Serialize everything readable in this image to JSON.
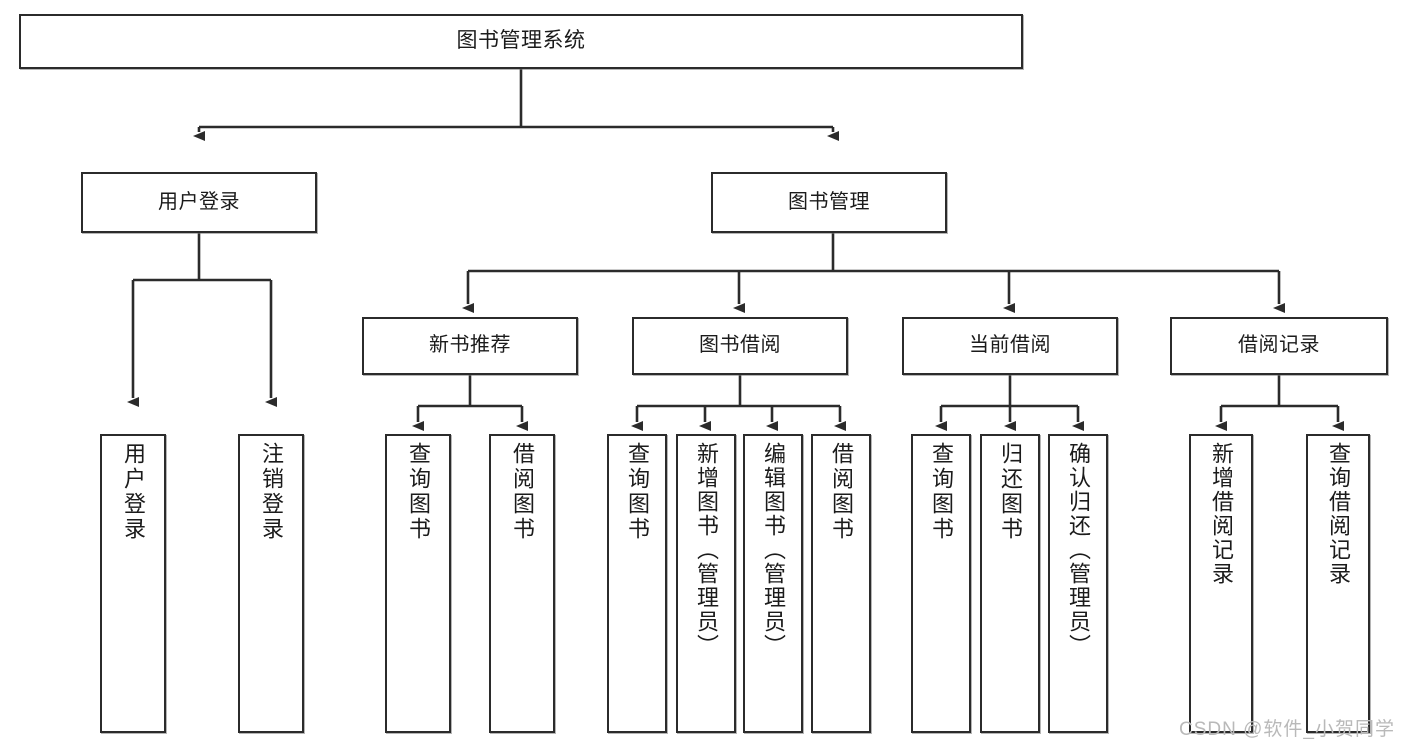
{
  "diagram": {
    "title": "图书管理系统",
    "type": "tree-hierarchy",
    "root": {
      "label": "图书管理系统"
    },
    "level2": [
      {
        "label": "用户登录"
      },
      {
        "label": "图书管理"
      }
    ],
    "level3": [
      {
        "label": "新书推荐"
      },
      {
        "label": "图书借阅"
      },
      {
        "label": "当前借阅"
      },
      {
        "label": "借阅记录"
      }
    ],
    "leaves": {
      "user_login": [
        {
          "label": "用户登录"
        },
        {
          "label": "注销登录"
        }
      ],
      "new_book_recommend": [
        {
          "label": "查询图书"
        },
        {
          "label": "借阅图书"
        }
      ],
      "book_borrow": [
        {
          "label": "查询图书"
        },
        {
          "label": "新增图书（管理员）"
        },
        {
          "label": "编辑图书（管理员）"
        },
        {
          "label": "借阅图书"
        }
      ],
      "current_borrow": [
        {
          "label": "查询图书"
        },
        {
          "label": "归还图书"
        },
        {
          "label": "确认归还（管理员）"
        }
      ],
      "borrow_record": [
        {
          "label": "新增借阅记录"
        },
        {
          "label": "查询借阅记录"
        }
      ]
    }
  },
  "watermark": {
    "text": "CSDN @软件_小贺同学"
  },
  "colors": {
    "box_border": "#2b2b2b",
    "box_fill": "#ffffff",
    "connector": "#2b2b2b",
    "text": "#1b1b1b",
    "watermark": "#b9b9b9",
    "background": "#ffffff"
  }
}
